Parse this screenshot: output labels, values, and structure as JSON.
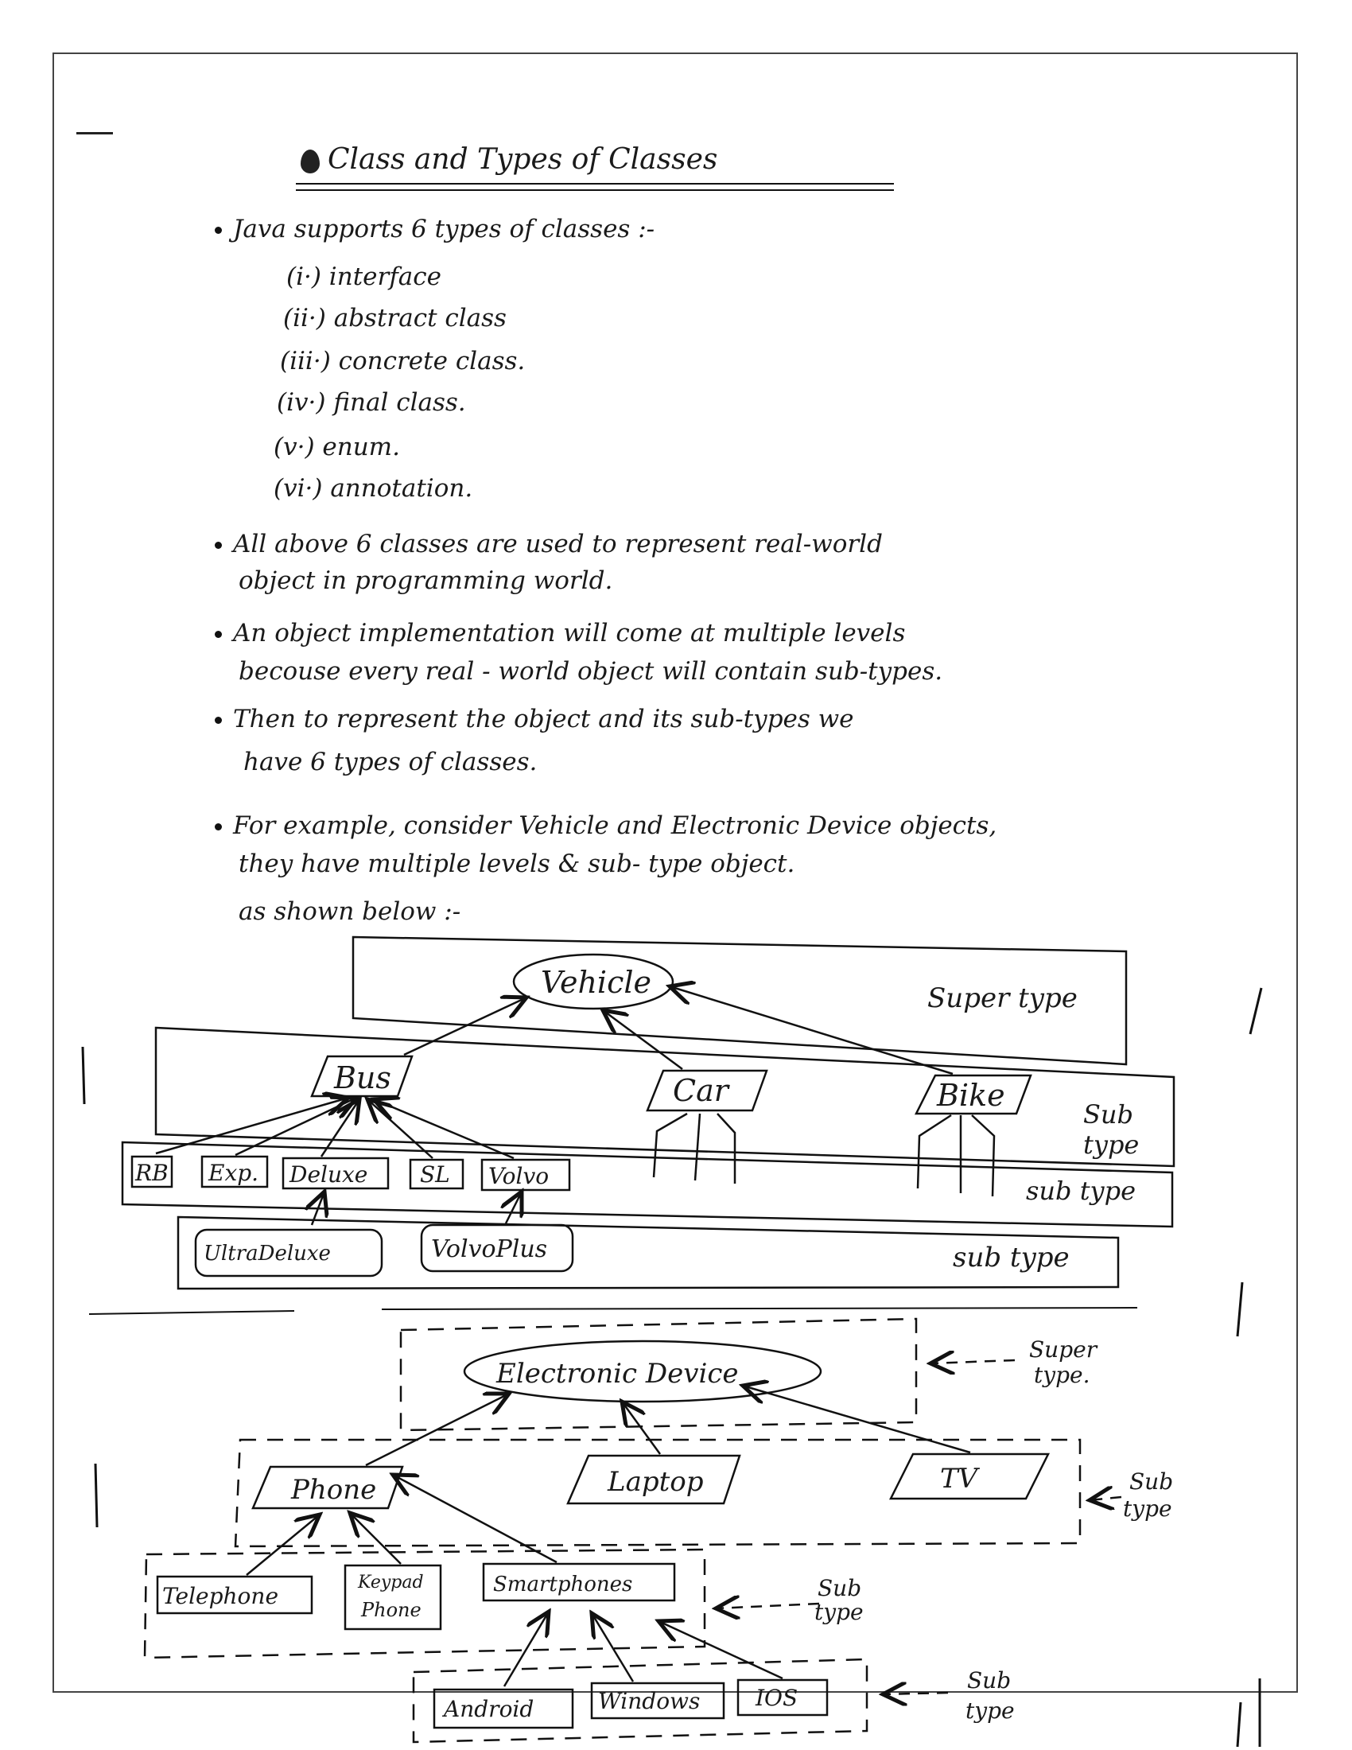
{
  "title": "Class and Types of Classes",
  "intro": "Java supports 6 types of classes :-",
  "class_types": [
    "(i·) interface",
    "(ii·) abstract class",
    "(iii·) concrete class.",
    "(iv·) final class.",
    "(v·) enum.",
    "(vi·) annotation."
  ],
  "paragraphs": [
    {
      "line1": "All above 6 classes are used to represent real-world",
      "line2": "object in programming world."
    },
    {
      "line1": "An object implementation will come at multiple levels",
      "line2": "becouse every real - world object will contain sub-types."
    },
    {
      "line1": "Then to represent the object and its sub-types we",
      "line2": "have 6 types of classes."
    },
    {
      "line1": "For example, consider Vehicle and Electronic Device objects,",
      "line2": "they have multiple levels & sub- type object.",
      "line3": "as shown below :-"
    }
  ],
  "vehicle_diagram": {
    "super_node": "Vehicle",
    "super_label": "Super type",
    "level1_nodes": [
      "Bus",
      "Car",
      "Bike"
    ],
    "level1_label": [
      "Sub",
      "type"
    ],
    "level2_nodes": [
      "RB",
      "Exp.",
      "Deluxe",
      "SL",
      "Volvo"
    ],
    "level2_label": "sub type",
    "level3_nodes": [
      "UltraDeluxe",
      "VolvoPlus"
    ],
    "level3_label": "sub type"
  },
  "device_diagram": {
    "super_node": "Electronic Device",
    "super_label": [
      "Super",
      "type."
    ],
    "level1_nodes": [
      "Phone",
      "Laptop",
      "TV"
    ],
    "level1_label": [
      "Sub",
      "type"
    ],
    "level2_nodes": [
      "Telephone",
      "Keypad",
      "Phone",
      "Smartphones"
    ],
    "level2_label": [
      "Sub",
      "type"
    ],
    "level3_nodes": [
      "Android",
      "Windows",
      "IOS"
    ],
    "level3_label": [
      "Sub",
      "type"
    ]
  }
}
